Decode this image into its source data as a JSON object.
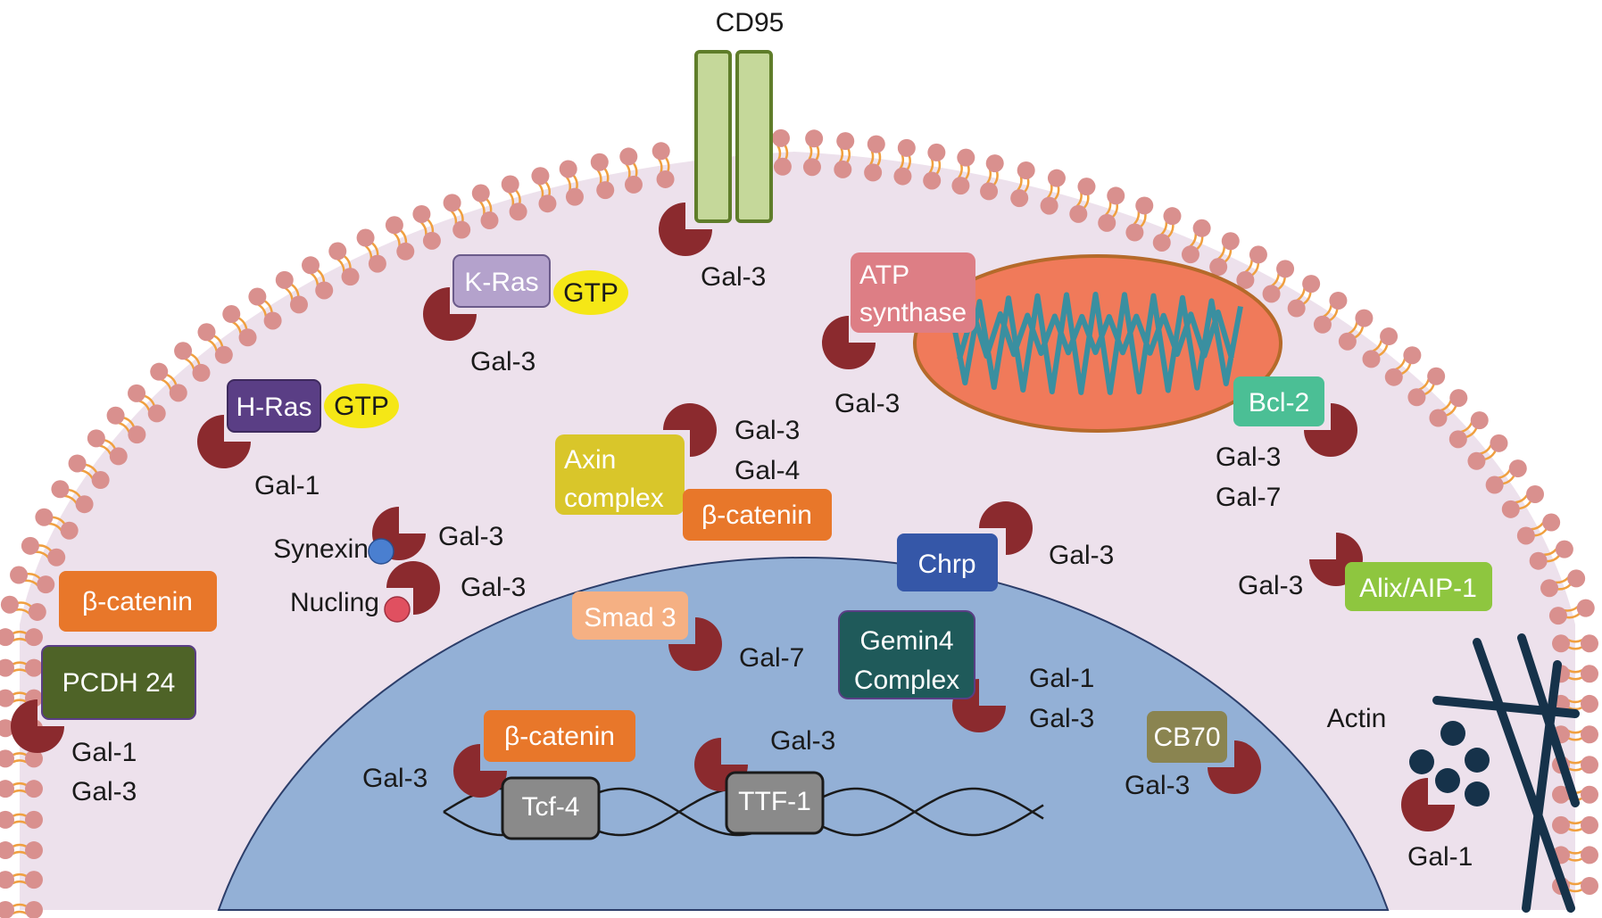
{
  "colors": {
    "cytoplasm": "#ede1ec",
    "nucleus": "#93b0d6",
    "lipid_head": "#d9908e",
    "lipid_tail": "#f0a040",
    "galectin": "#8b2a2e",
    "mito_outer": "#f07a5a",
    "mito_crista": "#3a8fa0",
    "actin": "#16324a",
    "receptor": "#c5d89a"
  },
  "labels": {
    "cd95": "CD95",
    "actin": "Actin",
    "gal_cd95": "Gal-3",
    "gal_kras": "Gal-3",
    "gal_atp": "Gal-3",
    "gal_hras": "Gal-1",
    "gal_axin_1": "Gal-3",
    "gal_axin_2": "Gal-4",
    "gal_bcl_1": "Gal-3",
    "gal_bcl_2": "Gal-7",
    "gal_synexin": "Gal-3",
    "gal_nucling": "Gal-3",
    "gal_chrp": "Gal-3",
    "gal_alix": "Gal-3",
    "gal_smad": "Gal-7",
    "gal_gemin_1": "Gal-1",
    "gal_gemin_2": "Gal-3",
    "gal_pcdh_1": "Gal-1",
    "gal_pcdh_2": "Gal-3",
    "gal_tcf": "Gal-3",
    "gal_ttf": "Gal-3",
    "gal_cb70": "Gal-3",
    "gal_actin": "Gal-1",
    "synexin": "Synexin",
    "nucling": "Nucling"
  },
  "boxes": {
    "kras": "K-Ras",
    "gtp_kras": "GTP",
    "hras": "H-Ras",
    "gtp_hras": "GTP",
    "atp_1": "ATP",
    "atp_2": "synthase",
    "bcl2": "Bcl-2",
    "axin_1": "Axin",
    "axin_2": "complex",
    "bcat_mid": "β-catenin",
    "bcat_left": "β-catenin",
    "bcat_nuc": "β-catenin",
    "chrp": "Chrp",
    "alix": "Alix/AIP-1",
    "pcdh": "PCDH 24",
    "smad": "Smad 3",
    "gemin_1": "Gemin4",
    "gemin_2": "Complex",
    "tcf": "Tcf-4",
    "ttf": "TTF-1",
    "cb70": "CB70"
  }
}
